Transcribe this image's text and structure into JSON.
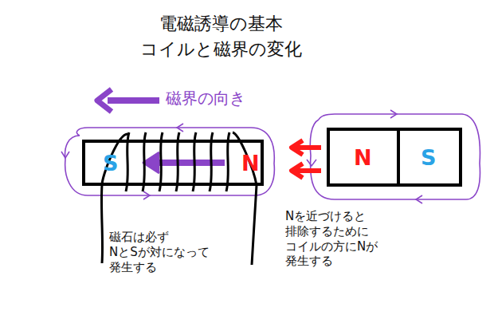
{
  "diagram": {
    "title": "電磁誘導の基本 コイルと磁界の変化",
    "nodes": [
      {
        "text": [
          "S",
          "N"
        ]
      },
      {
        "text": [
          "N"
        ]
      },
      {
        "text": [
          "S"
        ]
      }
    ],
    "labels": [
      "磁界の向き",
      "磁石は必ず NとSが対になって 発生する",
      "Nを近づけると 排除するために コイルの方にNが 発生する"
    ]
  }
}
